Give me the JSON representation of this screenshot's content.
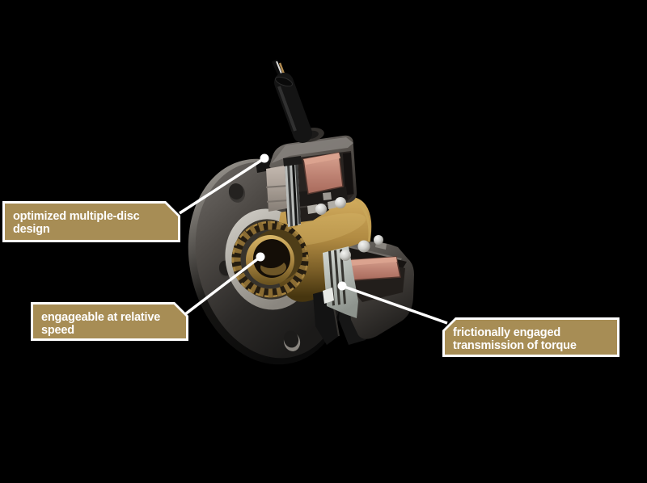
{
  "callouts": [
    {
      "id": "multiple-disc",
      "lines": [
        "optimized multiple-disc",
        "design"
      ]
    },
    {
      "id": "relative-speed",
      "lines": [
        "engageable at relative",
        "speed"
      ]
    },
    {
      "id": "torque-transmission",
      "lines": [
        "frictionally engaged",
        "transmission of torque"
      ]
    }
  ],
  "colors": {
    "background": "#000000",
    "callout_fill": "#a78d55",
    "callout_border": "#ffffff",
    "callout_text": "#ffffff",
    "leader_line": "#ffffff",
    "flange_gray": "#4d4945",
    "housing_gray": "#55504c",
    "brass": "#a8853f",
    "coil_copper": "#bb7f70",
    "steel_disc": "#c2c6c2",
    "bearing_ball": "#d0d0cd",
    "cable_black": "#141414"
  }
}
